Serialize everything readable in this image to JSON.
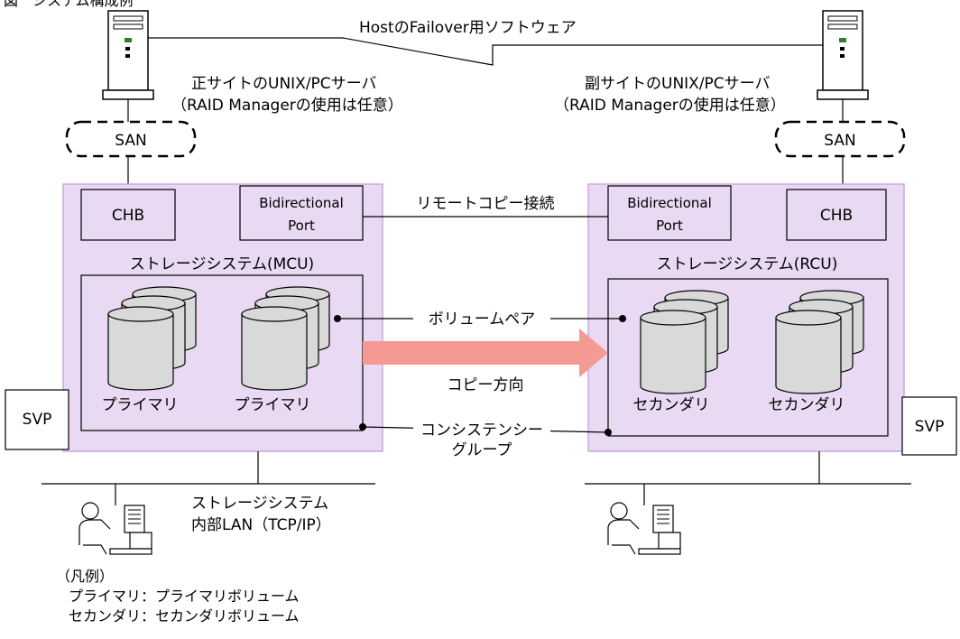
{
  "figure": {
    "caption": "図　システム構成例"
  },
  "hosts": {
    "primary": {
      "title": "正サイトのUNIX/PCサーバ",
      "note": "（RAID Managerの使用は任意）"
    },
    "secondary": {
      "title": "副サイトのUNIX/PCサーバ",
      "note": "（RAID Managerの使用は任意）"
    },
    "failover_link": "HostのFailover用ソフトウェア"
  },
  "san": {
    "left": "SAN",
    "right": "SAN"
  },
  "mcu": {
    "chb": "CHB",
    "port_line1": "Bidirectional",
    "port_line2": "Port",
    "title": "ストレージシステム(MCU)",
    "vol1": "プライマリ",
    "vol2": "プライマリ"
  },
  "rcu": {
    "chb": "CHB",
    "port_line1": "Bidirectional",
    "port_line2": "Port",
    "title": "ストレージシステム(RCU)",
    "vol1": "セカンダリ",
    "vol2": "セカンダリ"
  },
  "links": {
    "remote_copy": "リモートコピー接続",
    "volume_pair": "ボリュームペア",
    "copy_direction": "コピー方向",
    "consistency_line1": "コンシステンシー",
    "consistency_line2": "グループ"
  },
  "svp": {
    "left": "SVP",
    "right": "SVP"
  },
  "lan": {
    "line1": "ストレージシステム",
    "line2": "内部LAN（TCP/IP）"
  },
  "legend": {
    "title": "（凡例）",
    "items": [
      "プライマリ：プライマリボリューム",
      "セカンダリ：セカンダリボリューム"
    ]
  },
  "colors": {
    "storage_fill": "#ead9f2",
    "storage_border": "#c9a8dc",
    "arrow": "#f59a93",
    "cylinder": "#d9d9d9"
  }
}
